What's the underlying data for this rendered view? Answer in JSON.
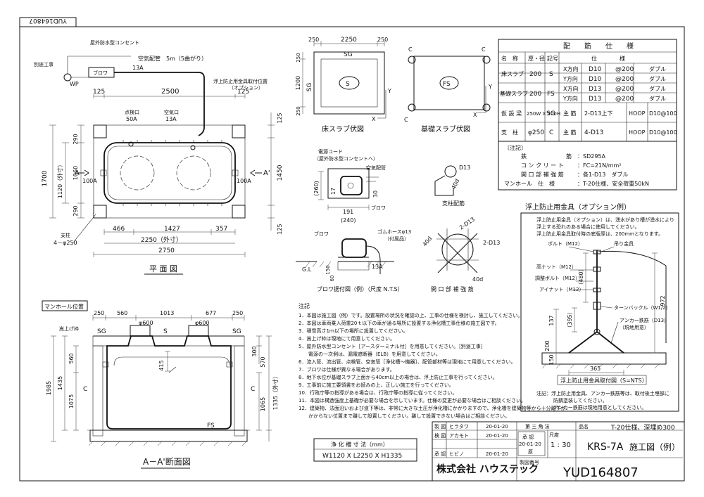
{
  "sheet": {
    "corner_id": "YUD164807",
    "drawing_number": "YUD164807",
    "company": "株式会社 ハウステック",
    "product_spec": "T-20仕様、深埋め300",
    "model": "KRS-7A",
    "drawing_type": "施工図（例）",
    "third_angle": "第 三 角 法",
    "scale_label": "尺度",
    "scale": "1 : 30",
    "name_label": "品名",
    "number_label": "製図番号",
    "approval_stamp_top": "承 認",
    "approval_stamp_date": "20-01-20",
    "approval_stamp_name": "原",
    "signatures": [
      {
        "role": "製 図",
        "name": "ヒラタワ",
        "date": "20-01-20"
      },
      {
        "role": "検 図",
        "name": "アカモト",
        "date": "20-01-20"
      },
      {
        "role": "承 認",
        "name": "ヒビノ",
        "date": "20-01-20"
      }
    ]
  },
  "plan": {
    "title": "平 面 図",
    "labels": {
      "outdoor_outlet": "屋外防水型コンセント",
      "separate_work": "別途工事",
      "wp": "WP",
      "blower": "ブロワ",
      "air_pipe": "空気配管　5m（5曲がり）",
      "air_13a": "13A",
      "float_fitting_pos": "浮上防止用金具取付位置",
      "option": "（オプション）",
      "inspection_port": "点検口",
      "inspection_size": "50A",
      "air_port": "空気口",
      "air_port_size": "13A",
      "pillar": "支柱",
      "pillar_size": "4－φ250",
      "a_left": "A",
      "a_right": "A'",
      "inlet": "100A",
      "outlet": "100A"
    },
    "dims": {
      "top_125_l": "125",
      "top_2500": "2500",
      "top_125_r": "125",
      "left_290_t": "290",
      "left_1700": "1700",
      "left_1120": "1120（外寸）",
      "left_1060": "1060",
      "left_290_b": "290",
      "right_125_t": "125",
      "right_1450": "1450",
      "right_125_b": "125",
      "bot_466": "466",
      "bot_1427": "1427",
      "bot_357": "357",
      "bot_2250": "2250（外寸）",
      "bot_2750": "2750"
    }
  },
  "slab_floor": {
    "title": "床スラブ伏図",
    "dim_250_l": "250",
    "dim_2250": "2250",
    "dim_250_r": "250",
    "sg": "SG",
    "sg_side": "SG",
    "s_mark": "S",
    "dim_1200": "1200",
    "dim_250_t": "250",
    "dim_250_b": "250",
    "x": "X",
    "y": "Y"
  },
  "slab_found": {
    "title": "基礎スラブ伏図",
    "fs": "FS",
    "c": "C",
    "x": "X",
    "y": "Y"
  },
  "spec_table": {
    "title": "配　　筋　　仕　　様",
    "headers": [
      "名　称",
      "厚・径",
      "記号",
      "仕　　　　様"
    ],
    "rows": [
      {
        "name": "床スラブ",
        "thk": "200",
        "sym": "S",
        "lines": [
          [
            "X方向",
            "D10",
            "@200",
            "ダブル"
          ],
          [
            "Y方向",
            "D10",
            "@200",
            "ダブル"
          ]
        ]
      },
      {
        "name": "基礎スラブ",
        "thk": "200",
        "sym": "FS",
        "lines": [
          [
            "X方向",
            "D13",
            "@200",
            "ダブル"
          ],
          [
            "Y方向",
            "D13",
            "@200",
            "ダブル"
          ]
        ]
      },
      {
        "name": "仮 設 梁",
        "thk": "250W X 200H",
        "sym": "SG",
        "lines": [
          [
            "主 筋",
            "2-D13上下",
            "HOOP",
            "D10@100"
          ]
        ]
      },
      {
        "name": "支　柱",
        "thk": "φ250",
        "sym": "C",
        "lines": [
          [
            "主 筋",
            "4-D13",
            "HOOP",
            "D10@100"
          ]
        ]
      }
    ],
    "notes_title": "〔注記〕",
    "notes": [
      [
        "鉄　　　　　　　筋",
        "：",
        "SD295A"
      ],
      [
        "コ ン ク リ ー ト",
        "：",
        "FC=21N/mm²"
      ],
      [
        "開 口 部 補 強 筋",
        "：",
        "各1-D13　ダブル"
      ],
      [
        "マンホール　仕　様",
        "：",
        "T-20仕様、安全荷重50kN"
      ]
    ]
  },
  "blower_detail": {
    "cord": "電源コード",
    "cord2": "（屋外防水型コンセントへ）",
    "air_pipe": "空気配管",
    "blower": "ブロワ",
    "d260": "(260)",
    "d17": "17",
    "d30": "30",
    "d191": "191",
    "d240": "(240)",
    "rubber_hose": "ゴムホースφ13",
    "attached": "（付属品）",
    "gl": "G.L",
    "d13a": "13A",
    "d150": "150",
    "d60": "60",
    "title": "ブロワ据付図（例）（尺度 N.T.S）"
  },
  "pillar_detail": {
    "d13": "D13",
    "d40": "40d",
    "title": "支柱配筋"
  },
  "opening_detail": {
    "d13a": "2-D13",
    "d13b": "2-D13",
    "d40a": "40d",
    "d40b": "40d",
    "title": "開 口 部 補 強 筋"
  },
  "section": {
    "manhole_pos": "マンホール位置",
    "title": "A－A'断面図",
    "labels": {
      "raised": "嵩上げ枠",
      "sg_l": "SG",
      "s": "S",
      "sg_r": "SG",
      "c_l": "C",
      "c_r": "C",
      "fs": "FS",
      "d600a": "φ600",
      "d600b": "φ600",
      "d415": "415"
    },
    "dims": {
      "t250": "250",
      "t560": "560",
      "t1013": "1013",
      "t677": "677",
      "t250r": "250",
      "l560": "560",
      "l1985": "1985",
      "l1435": "1435",
      "l1075": "1075",
      "r300": "300",
      "r570": "570",
      "r1065": "1065",
      "r1335": "1335（外寸）"
    }
  },
  "notes": {
    "title": "注記",
    "items": [
      "1．本図は施工図（例）です。設置場所の状況を確認の上、工事の仕様を検討し、施工してください。",
      "2．本図は車両乗入荷重20ｔ以下の車が通る場所に設置する浄化槽工事仕様の施工図です。",
      "3．積雪高さ1ｍ以下の場所に設置してください。",
      "4．嵩上げ枠は現地にて用意してください。",
      "5．屋外防水型コンセント［アースターミナル付］を用意してください。［別途工事］",
      "　　電源の一次側は、漏電遮断器（ELB）を用意してください。",
      "6．流入管、流出管、点検管、空気管［浄化槽～機器］、配管部材等は現地にて用意してください。",
      "7．ブロワは仕様が異なる場合があります。",
      "8．地下水位が基礎スラブ上面から40cm以上の場合は、浮上防止工事を行ってください。",
      "9．工事前に施工要領書をお読みの上、正しい施工を行ってください。",
      "10．行政庁等の指導がある場合は、行政庁等の指導に従ってください。",
      "11．本図は構造強度上基礎が必要な場合を示しています。仕様の変更が必要な場合はご相談ください。",
      "12．建築物、法面沿いおよび道下等は、非常に大きな土圧が浄化槽にかかりますので、浄化槽を建築物等から十分離すか、",
      "　　かからない位置まで離して設置してください。離して設置できない場合はご相談ください。"
    ]
  },
  "capacity": {
    "title": "浄 化 槽 寸 法（mm）",
    "value": "W1120 X L2250 X H1335"
  },
  "float": {
    "title": "浮上防止用金具（オプション例）",
    "desc": [
      "浮上防止用金具（オプション）は、湧水があり槽が湧水により",
      "浮上する恐れのある場合に使用してください。",
      "浮上防止用金具取付時の底版厚は、200mmとなります。"
    ],
    "bolt": "ボルト（M12）",
    "hanger": "吊り金具",
    "nut": "高ナット（M12）",
    "adj_bolt": "調整ボルト（M12）",
    "i_nut": "アイナット（M12）",
    "turnbuckle": "ターンバックル（W1/2）",
    "anchor": "アンカー鉄筋（D13）",
    "local": "（現地用意）",
    "d480": "（480）",
    "d395": "（395）",
    "d972": "972",
    "d137": "137",
    "d200": "200",
    "d150": "150",
    "d365": "365",
    "title2": "浮上防止用金具取付図（S=NTS）",
    "note1": "注記：浮上防止用金具、アンカー鉄筋等は、取付後土埋部に",
    "note2": "防錆塗装してください。",
    "note3": "アンカー鉄筋は現地用意としてください。"
  }
}
